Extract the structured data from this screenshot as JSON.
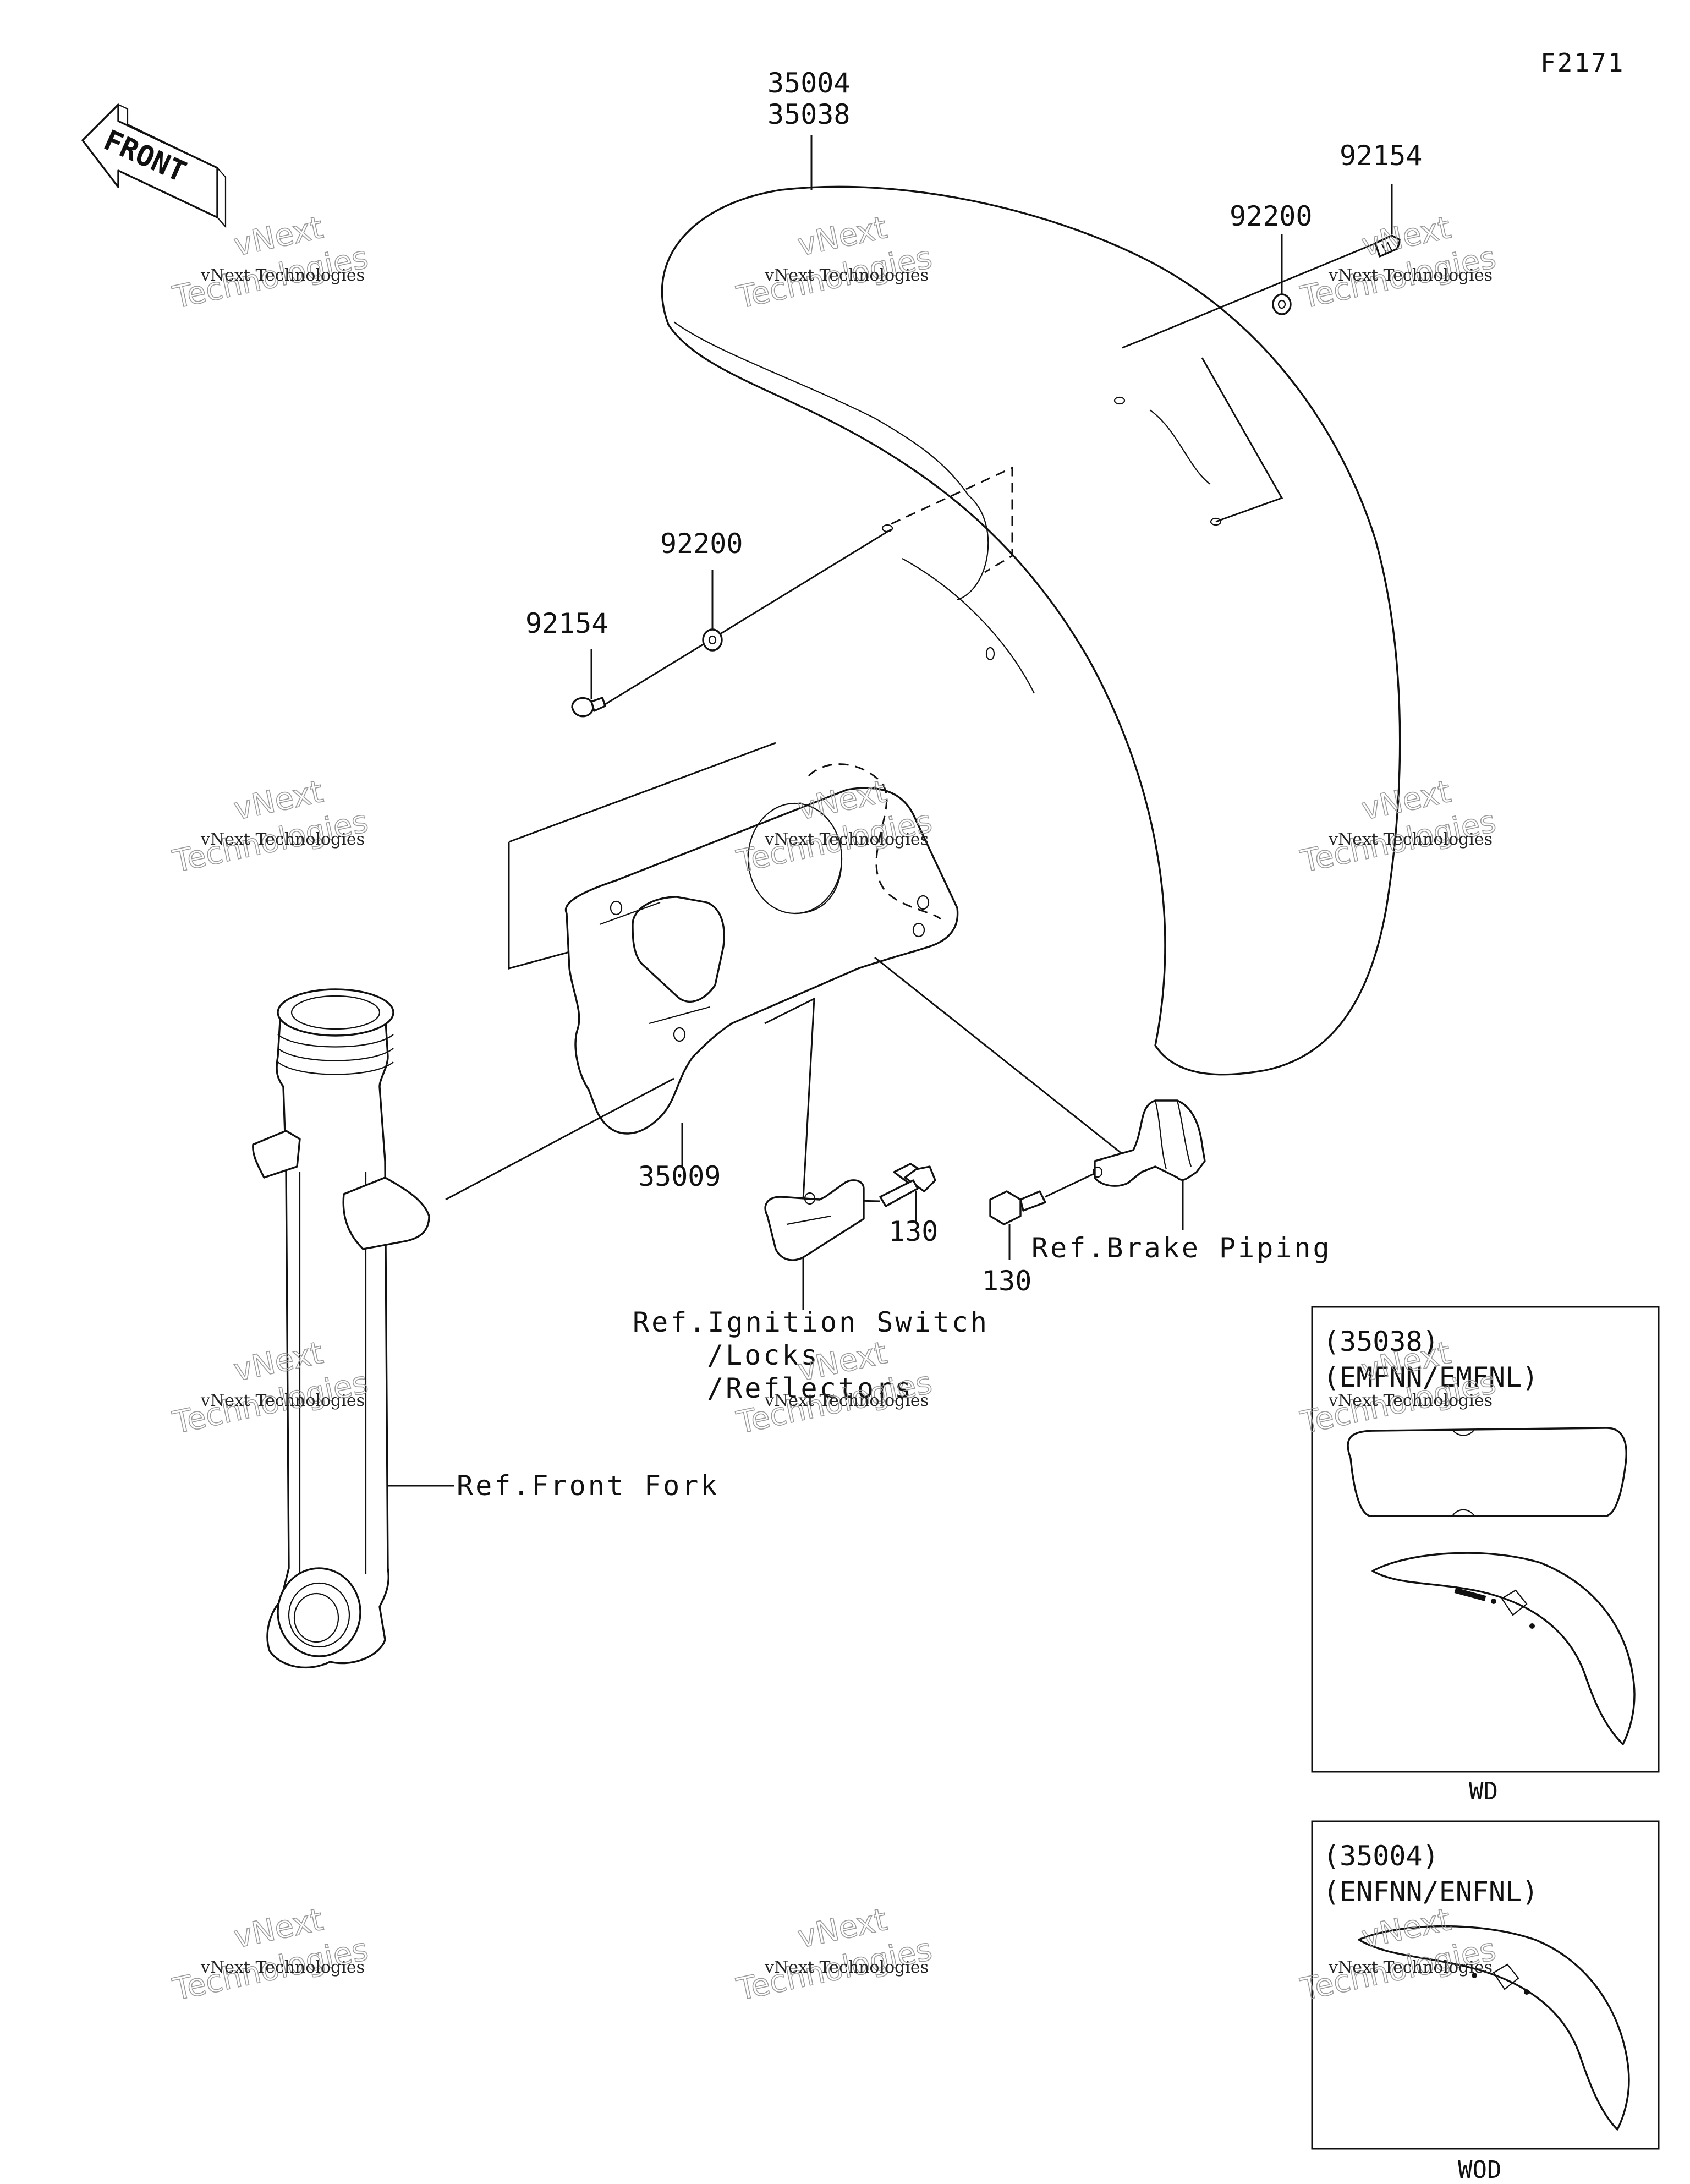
{
  "diagram_code": "F2171",
  "front_arrow_label": "FRONT",
  "callouts": {
    "fender_a": "35004",
    "fender_b": "35038",
    "bolt_right": "92154",
    "washer_right": "92200",
    "washer_left": "92200",
    "bolt_left": "92154",
    "bracket": "35009",
    "bolt_center": "130",
    "bolt_lower": "130"
  },
  "references": {
    "brake_piping": "Ref.Brake Piping",
    "ignition_line1": "Ref.Ignition Switch",
    "ignition_line2": "/Locks",
    "ignition_line3": "/Reflectors",
    "front_fork": "Ref.Front Fork"
  },
  "variant_boxes": [
    {
      "part": "(35038)",
      "models": "(EMFNN/EMFNL)",
      "caption": "WD"
    },
    {
      "part": "(35004)",
      "models": "(ENFNN/ENFNL)",
      "caption": "WOD"
    }
  ],
  "watermark": {
    "line1": "vNext Technologies",
    "line2": "vNext",
    "line3": "Technologies"
  }
}
